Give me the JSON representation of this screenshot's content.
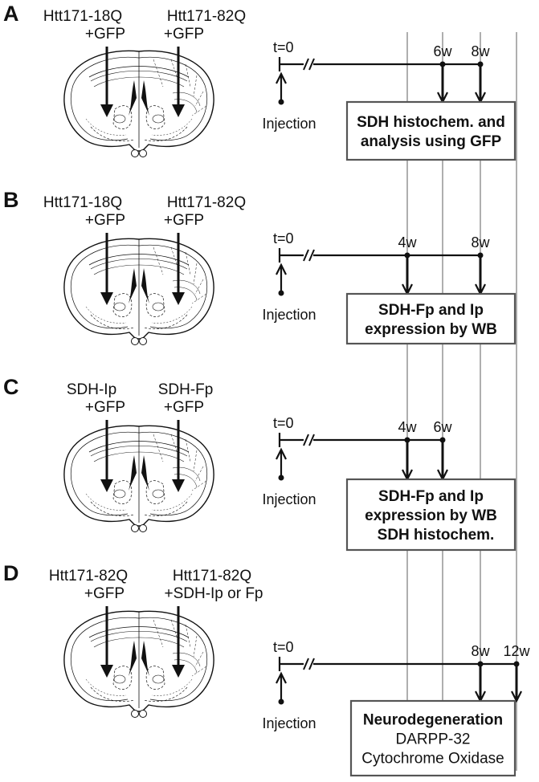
{
  "colors": {
    "ink": "#111111",
    "guide": "#7a7a7a",
    "box_stroke": "#555555"
  },
  "panels": [
    {
      "letter": "A",
      "left_label": [
        "Htt171-18Q",
        "+GFP"
      ],
      "right_label": [
        "Htt171-82Q",
        "+GFP"
      ],
      "t0": "t=0",
      "injection": "Injection",
      "markers": [
        "6w",
        "8w"
      ],
      "box": [
        {
          "text": "SDH histochem. and",
          "bold": true
        },
        {
          "text": "analysis using GFP",
          "bold": true
        }
      ]
    },
    {
      "letter": "B",
      "left_label": [
        "Htt171-18Q",
        "+GFP"
      ],
      "right_label": [
        "Htt171-82Q",
        "+GFP"
      ],
      "t0": "t=0",
      "injection": "Injection",
      "markers": [
        "4w",
        "8w"
      ],
      "box": [
        {
          "text": "SDH-Fp and Ip",
          "bold": true
        },
        {
          "text": "expression by WB",
          "bold": true
        }
      ]
    },
    {
      "letter": "C",
      "left_label": [
        "SDH-Ip",
        "+GFP"
      ],
      "right_label": [
        "SDH-Fp",
        "+GFP"
      ],
      "t0": "t=0",
      "injection": "Injection",
      "markers": [
        "4w",
        "6w"
      ],
      "box": [
        {
          "text": "SDH-Fp and Ip",
          "bold": true
        },
        {
          "text": "expression by WB",
          "bold": true
        },
        {
          "text": "SDH histochem.",
          "bold": true
        }
      ]
    },
    {
      "letter": "D",
      "left_label": [
        "Htt171-82Q",
        "+GFP"
      ],
      "right_label": [
        "Htt171-82Q",
        "+SDH-Ip or Fp"
      ],
      "t0": "t=0",
      "injection": "Injection",
      "markers": [
        "8w",
        "12w"
      ],
      "box": [
        {
          "text": "Neurodegeneration",
          "bold": true
        },
        {
          "text": "DARPP-32",
          "bold": false
        },
        {
          "text": "Cytochrome Oxidase",
          "bold": false
        }
      ]
    }
  ]
}
